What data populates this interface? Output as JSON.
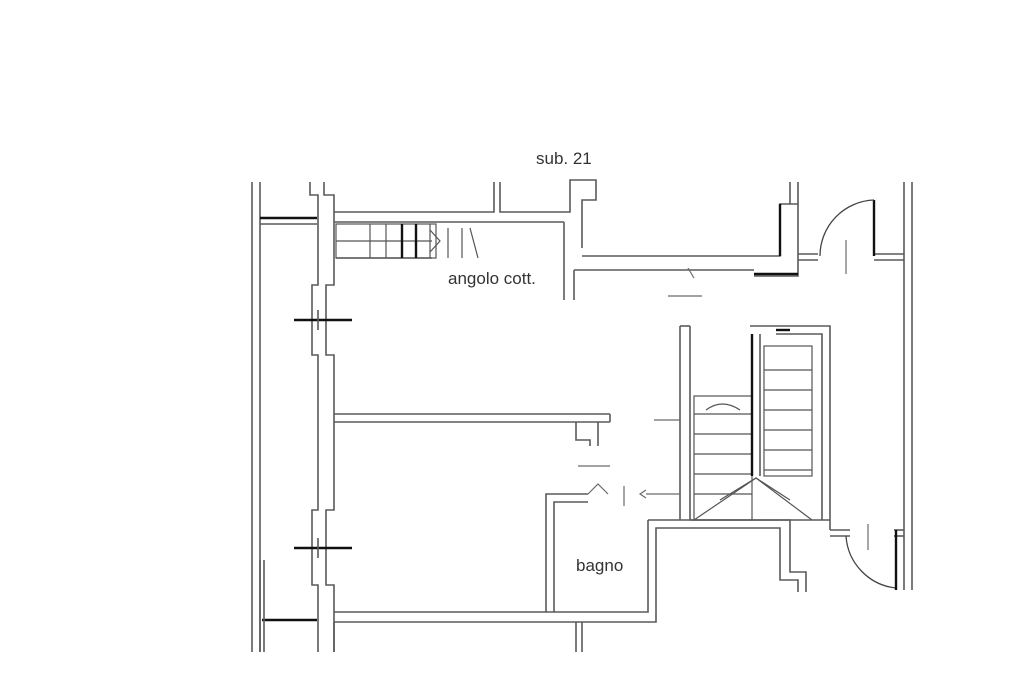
{
  "labels": {
    "sub": "sub. 21",
    "angolo": "angolo cott.",
    "bagno": "bagno"
  },
  "colors": {
    "wall": "#5a5a5a",
    "accent_wall": "#111111",
    "text": "#333333",
    "background": "#ffffff"
  }
}
